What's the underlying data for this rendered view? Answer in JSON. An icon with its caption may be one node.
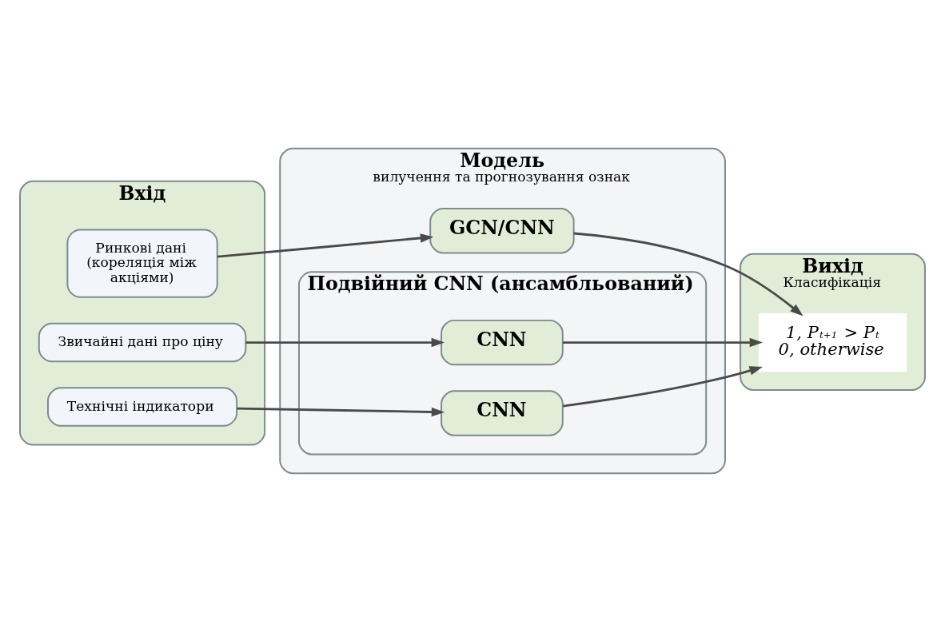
{
  "diagram": {
    "nodes": [
      {
        "text": [
          "Вхід"
        ]
      },
      {
        "text": [
          "Ринкові дані (кореляція між акціями)"
        ],
        "in": 0
      },
      {
        "text": [
          "Звичайні дані про ціну"
        ],
        "in": 0
      },
      {
        "text": [
          "Технічні індикатори"
        ],
        "in": 0
      },
      {
        "text": [
          "Модель",
          "вилучення та прогнозування ознак"
        ]
      },
      {
        "text": [
          "GCN/CNN"
        ],
        "in": 4
      },
      {
        "text": [
          "Подвійний CNN (ансамбльований)"
        ],
        "in": 4
      },
      {
        "text": [
          "CNN"
        ],
        "in": 6
      },
      {
        "text": [
          "CNN"
        ],
        "in": 6
      },
      {
        "text": [
          "Вихід",
          "Класифікація"
        ]
      },
      {
        "text": [
          "1, P$_{t+1}$ > P$_{t}$",
          "0, otherwise"
        ],
        "in": 9
      }
    ],
    "edges": [
      {
        "from": 1,
        "to": 5,
        "arrow": "to"
      },
      {
        "from": 2,
        "to": 7,
        "arrow": "to"
      },
      {
        "from": 3,
        "to": 8,
        "arrow": "to"
      },
      {
        "from": 5,
        "to": 10,
        "arrow": "to"
      },
      {
        "from": 7,
        "to": 10,
        "arrow": "to"
      },
      {
        "from": 8,
        "to": 10,
        "arrow": "to"
      }
    ]
  }
}
